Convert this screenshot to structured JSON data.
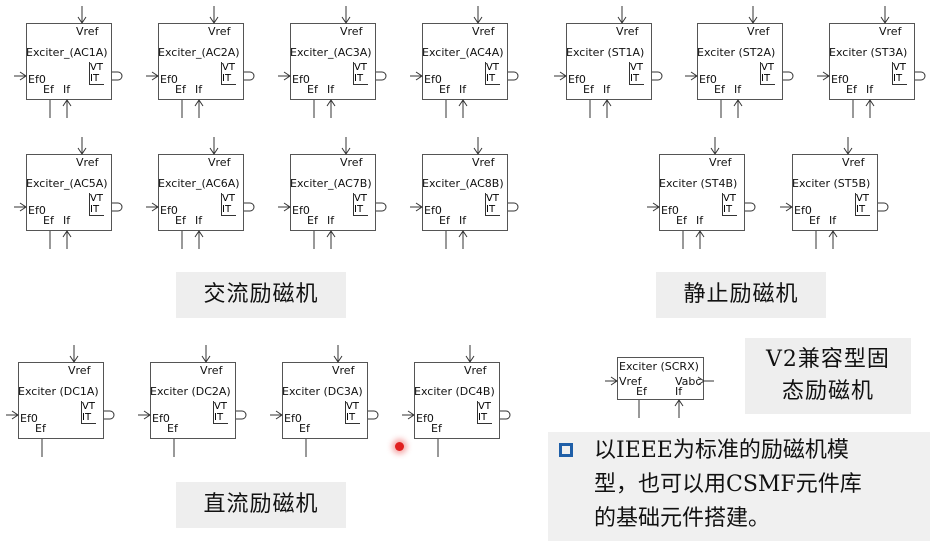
{
  "ac_exciters": [
    "Exciter_(AC1A)",
    "Exciter_(AC2A)",
    "Exciter_(AC3A)",
    "Exciter_(AC4A)",
    "Exciter_(AC5A)",
    "Exciter_(AC6A)",
    "Exciter_(AC7B)",
    "Exciter_(AC8B)"
  ],
  "st_exciters": [
    "Exciter (ST1A)",
    "Exciter (ST2A)",
    "Exciter (ST3A)",
    "Exciter (ST4B)",
    "Exciter (ST5B)"
  ],
  "dc_exciters": [
    "Exciter (DC1A)",
    "Exciter (DC2A)",
    "Exciter (DC3A)",
    "Exciter (DC4B)"
  ],
  "scrx": {
    "name": "Exciter (SCRX)",
    "port_vref": "Vref",
    "port_vabc": "Vabc",
    "port_ef": "Ef",
    "port_if": "If"
  },
  "ports": {
    "vref": "Vref",
    "ef0": "Ef0",
    "ef": "Ef",
    "if": "If",
    "vt": "VT",
    "it": "IT"
  },
  "captions": {
    "ac": "交流励磁机",
    "st": "静止励磁机",
    "dc": "直流励磁机",
    "v2_line1": "V2兼容型固",
    "v2_line2": "态励磁机"
  },
  "note_lines": [
    "以IEEE为标准的励磁机模",
    "型，也可以用CSMF元件库",
    "的基础元件搭建。"
  ],
  "colors": {
    "bullet": "#1f5fa8",
    "dot": "#e02020"
  }
}
